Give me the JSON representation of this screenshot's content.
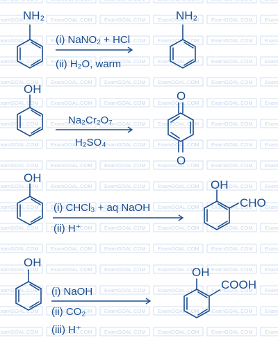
{
  "watermark_text": "ExamGOAL.COM",
  "colors": {
    "ink": "#1a4d8f",
    "watermark": "#c9d8ec"
  },
  "reactions": [
    {
      "reactant_group": "NH₂",
      "conditions": [
        "(i) NaNO₂ + HCl",
        "(ii) H₂O, warm"
      ],
      "product_group": "NH₂"
    },
    {
      "reactant_group": "OH",
      "conditions": [
        "Na₂Cr₂O₇",
        "H₂SO₄"
      ],
      "product_groups": [
        "O",
        "O"
      ]
    },
    {
      "reactant_group": "OH",
      "conditions": [
        "(i) CHCl₃ + aq NaOH",
        "(ii) H⁺"
      ],
      "product_groups": [
        "OH",
        "CHO"
      ]
    },
    {
      "reactant_group": "OH",
      "conditions": [
        "(i) NaOH",
        "(ii) CO₂",
        "(iii) H⁺"
      ],
      "product_groups": [
        "OH",
        "COOH"
      ]
    }
  ]
}
